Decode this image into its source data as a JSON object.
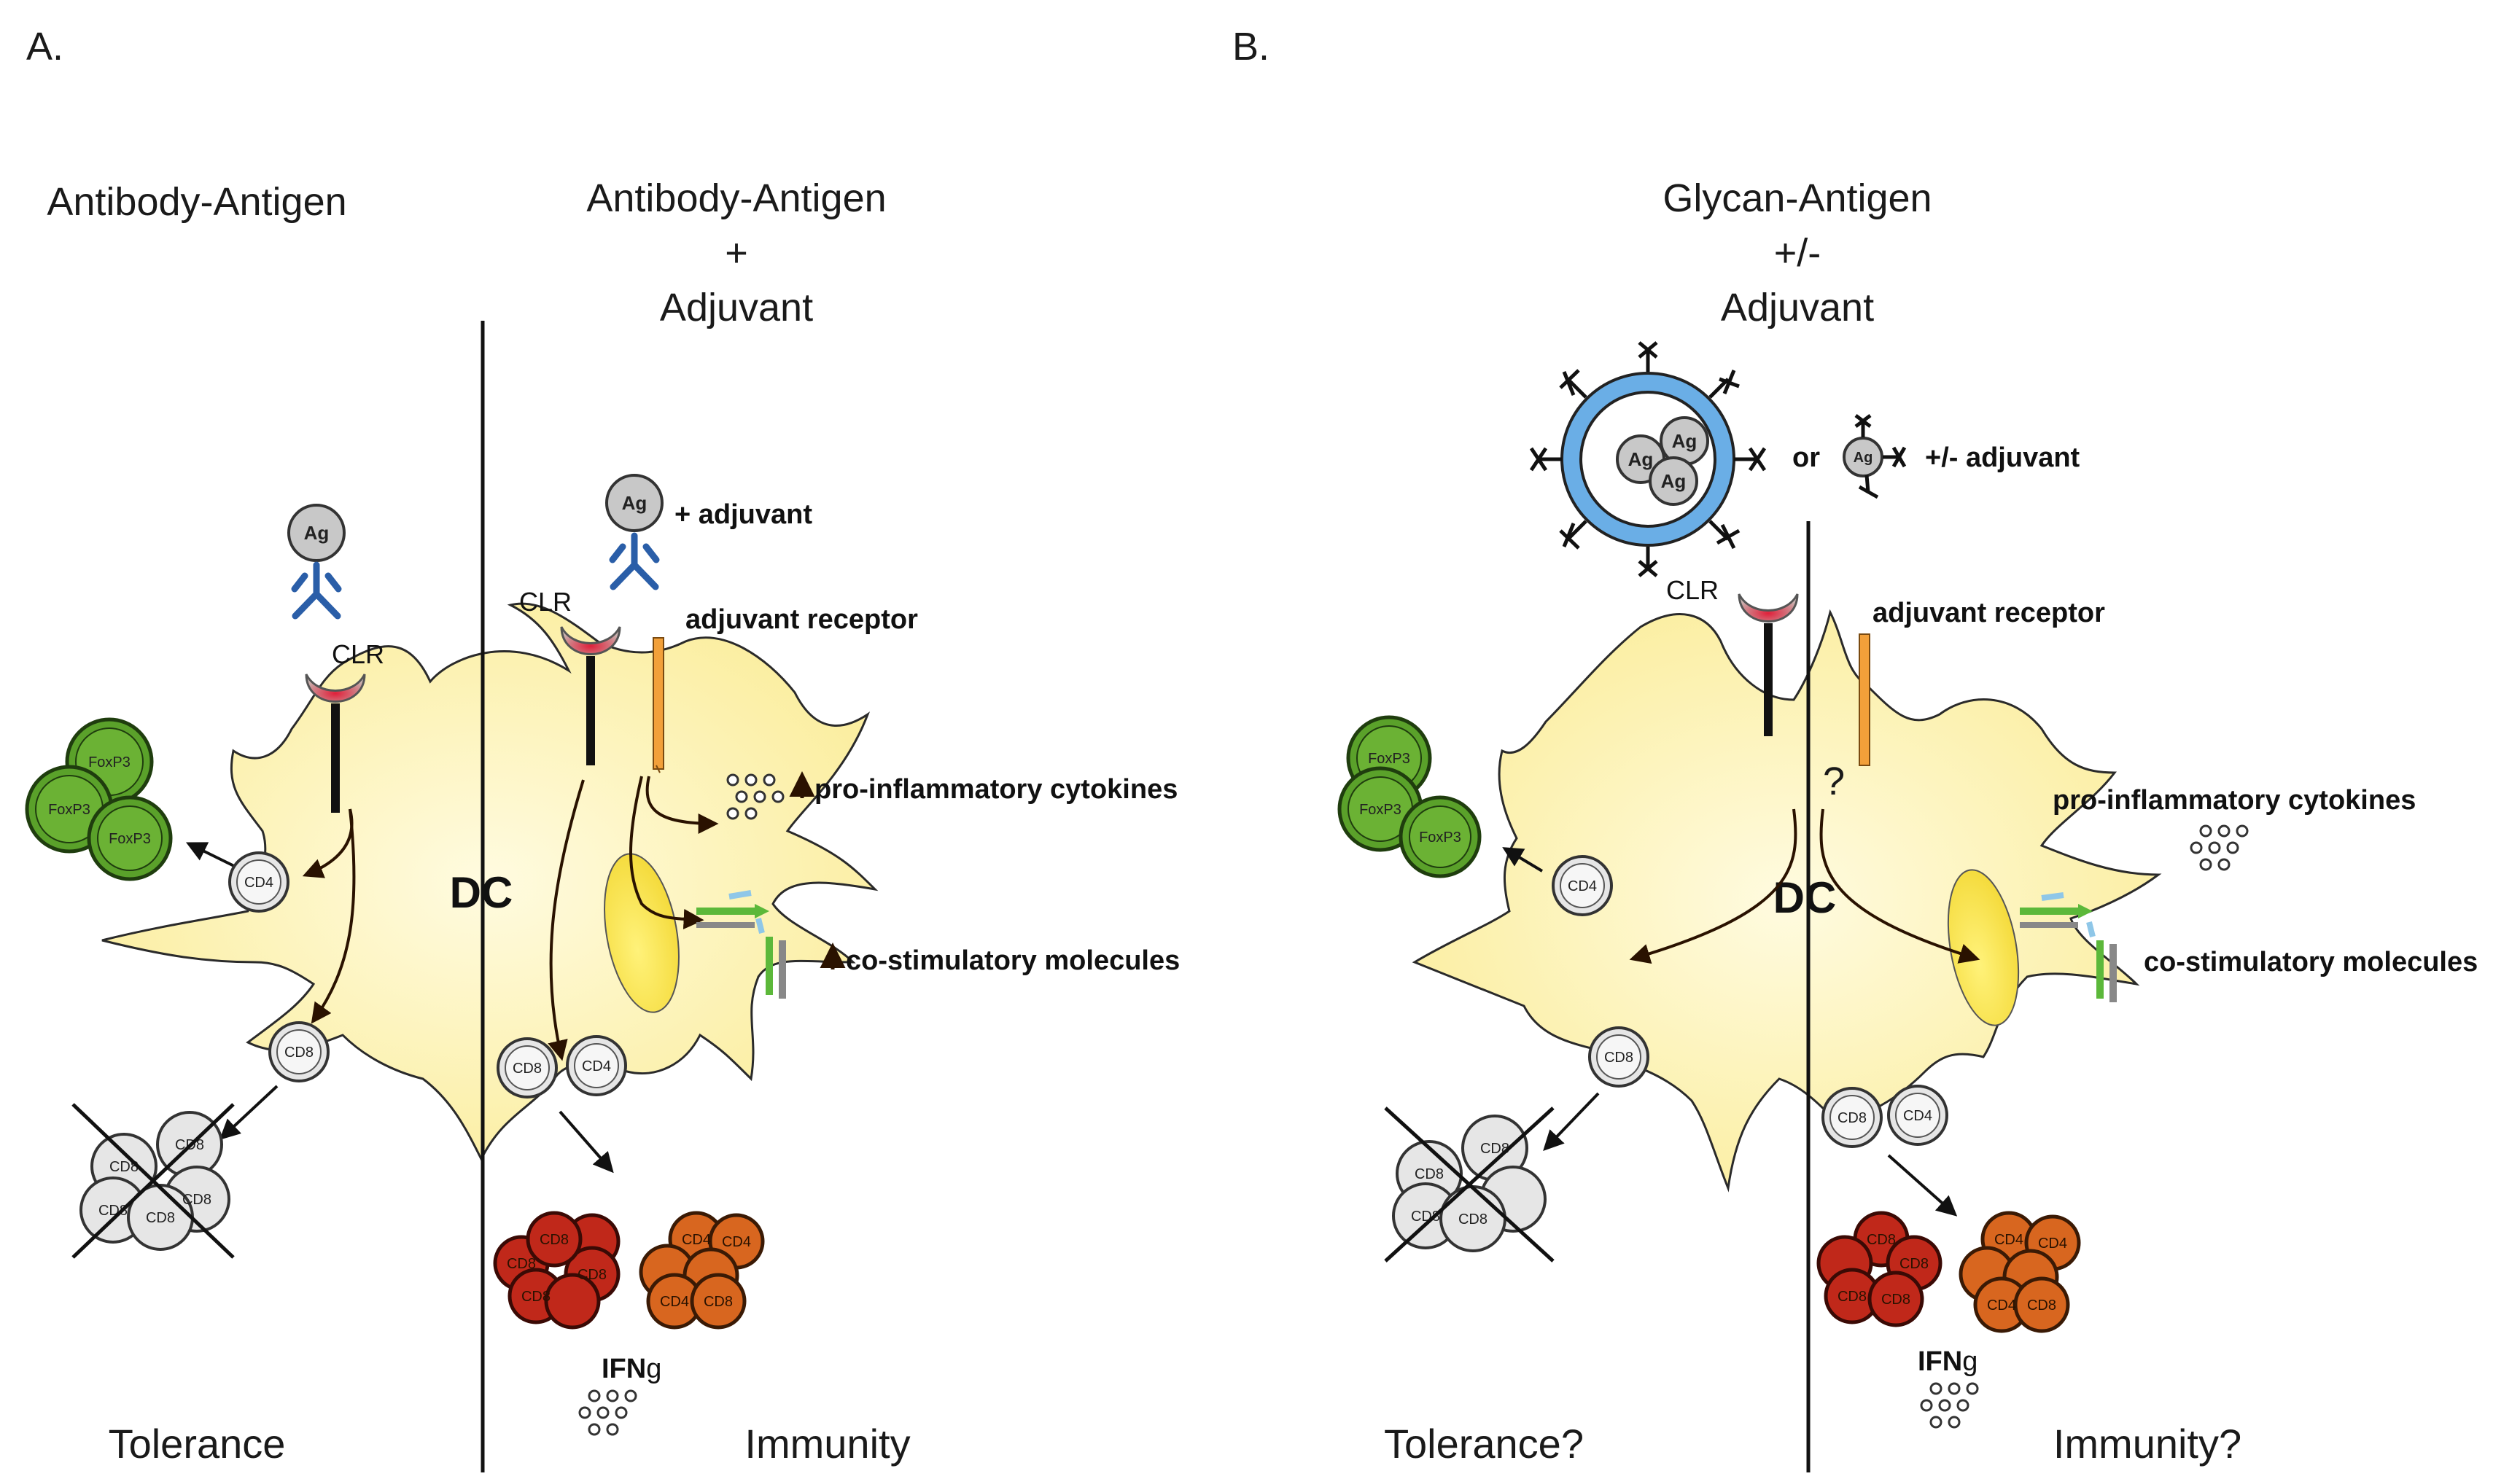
{
  "panelA": {
    "label": "A.",
    "left_title": "Antibody-Antigen",
    "right_title_1": "Antibody-Antigen",
    "right_title_2": "+",
    "right_title_3": "Adjuvant",
    "ag": "Ag",
    "ag2": "Ag",
    "plus_adjuvant": "+ adjuvant",
    "clr_left": "CLR",
    "clr_right": "CLR",
    "adjuvant_receptor": "adjuvant receptor",
    "pro_inflammatory": "pro-inflammatory cytokines",
    "co_stimulatory": "co-stimulatory molecules",
    "dc": "DC",
    "foxp3": "FoxP3",
    "cd4": "CD4",
    "cd8": "CD8",
    "ifn_main": "IFN",
    "ifn_suffix": "g",
    "tolerance": "Tolerance",
    "immunity": "Immunity"
  },
  "panelB": {
    "label": "B.",
    "title_1": "Glycan-Antigen",
    "title_2": "+/-",
    "title_3": "Adjuvant",
    "ag": "Ag",
    "or": "or",
    "plus_minus_adjuvant": "+/- adjuvant",
    "clr": "CLR",
    "adjuvant_receptor": "adjuvant receptor",
    "question": "?",
    "pro_inflammatory": "pro-inflammatory cytokines",
    "co_stimulatory": "co-stimulatory molecules",
    "dc": "DC",
    "foxp3": "FoxP3",
    "cd4": "CD4",
    "cd8": "CD8",
    "ifn_main": "IFN",
    "ifn_suffix": "g",
    "tolerance": "Tolerance?",
    "immunity": "Immunity?"
  },
  "colors": {
    "dc_fill": "#fff6c4",
    "treg": "#5aa12a",
    "cd8_effector": "#c0281a",
    "cd4_effector": "#d8661f",
    "antibody": "#2a5ea8",
    "liposome": "#6aaee6",
    "receptor": "#f2a03a"
  }
}
